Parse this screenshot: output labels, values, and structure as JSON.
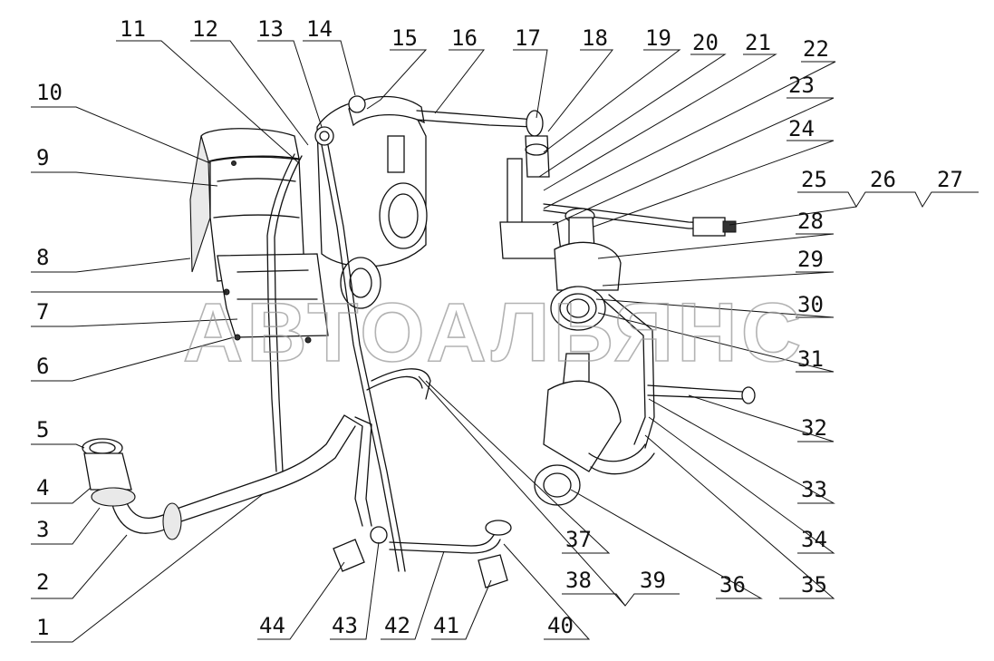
{
  "watermark": "АВТОАЛЬЯНС",
  "callouts": [
    "1",
    "2",
    "3",
    "4",
    "5",
    "6",
    "7",
    "8",
    "9",
    "10",
    "11",
    "12",
    "13",
    "14",
    "15",
    "16",
    "17",
    "18",
    "19",
    "20",
    "21",
    "22",
    "23",
    "24",
    "25",
    "26",
    "27",
    "28",
    "29",
    "30",
    "31",
    "32",
    "33",
    "34",
    "35",
    "36",
    "37",
    "38",
    "39",
    "40",
    "41",
    "42",
    "43",
    "44"
  ]
}
